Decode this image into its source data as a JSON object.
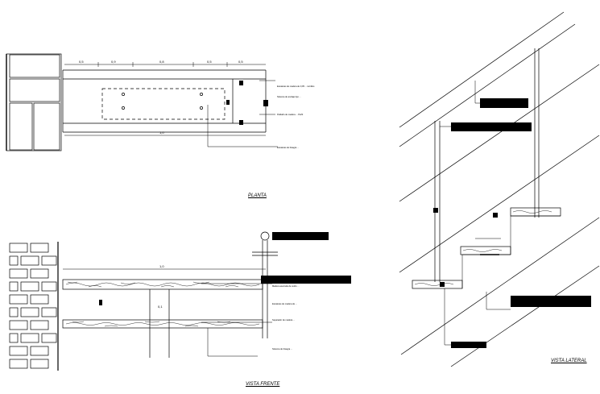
{
  "views": {
    "plan": "PLANTA",
    "front": "VISTA FRENTE",
    "side": "VISTA LATERAL"
  },
  "plan_dims": [
    "0,5",
    "0,9",
    "0,8",
    "0,5",
    "0,5",
    "1,0"
  ],
  "front_dims": [
    "1,0",
    "0,1"
  ],
  "plan_notes": [
    "Escaleras de madera de 0,05 ... tornillos",
    "Sistema de anclaje tipo ... ",
    "Peldaño de madera ... Perfil",
    "Escaleras de bisagra ... "
  ],
  "front_notes": [
    "Madera aserrada de cedro ...",
    "Escaleras de madera de ... ",
    "Separador de madera ... ",
    "Sistema de bisagra ... "
  ],
  "colors": {
    "line": "#000000",
    "hatch": "#555555",
    "background": "#ffffff"
  },
  "icons": [
    "brick-wall-icon",
    "handrail-post-icon"
  ]
}
